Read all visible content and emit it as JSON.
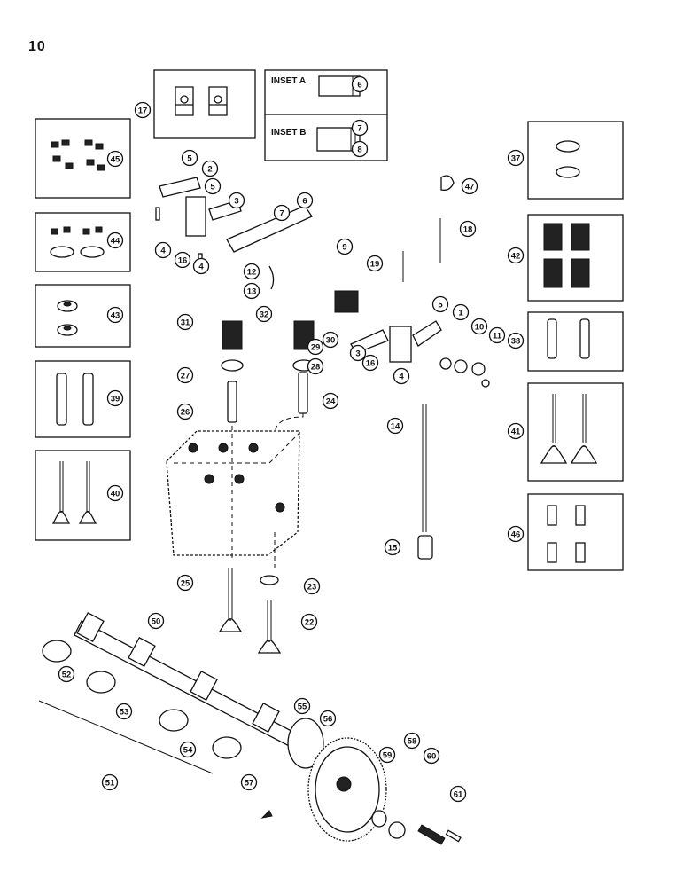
{
  "page_number": "10",
  "insets": [
    {
      "label": "INSET A",
      "callouts": [
        "6"
      ]
    },
    {
      "label": "INSET B",
      "callouts": [
        "7",
        "8"
      ]
    }
  ],
  "callouts": [
    "1",
    "2",
    "3",
    "4",
    "5",
    "6",
    "7",
    "8",
    "9",
    "10",
    "11",
    "12",
    "13",
    "14",
    "15",
    "16",
    "17",
    "18",
    "19",
    "22",
    "23",
    "24",
    "25",
    "26",
    "27",
    "28",
    "29",
    "30",
    "31",
    "32",
    "37",
    "38",
    "39",
    "40",
    "41",
    "42",
    "43",
    "44",
    "45",
    "46",
    "47",
    "50",
    "51",
    "52",
    "53",
    "54",
    "55",
    "56",
    "57",
    "58",
    "59",
    "60",
    "61"
  ]
}
